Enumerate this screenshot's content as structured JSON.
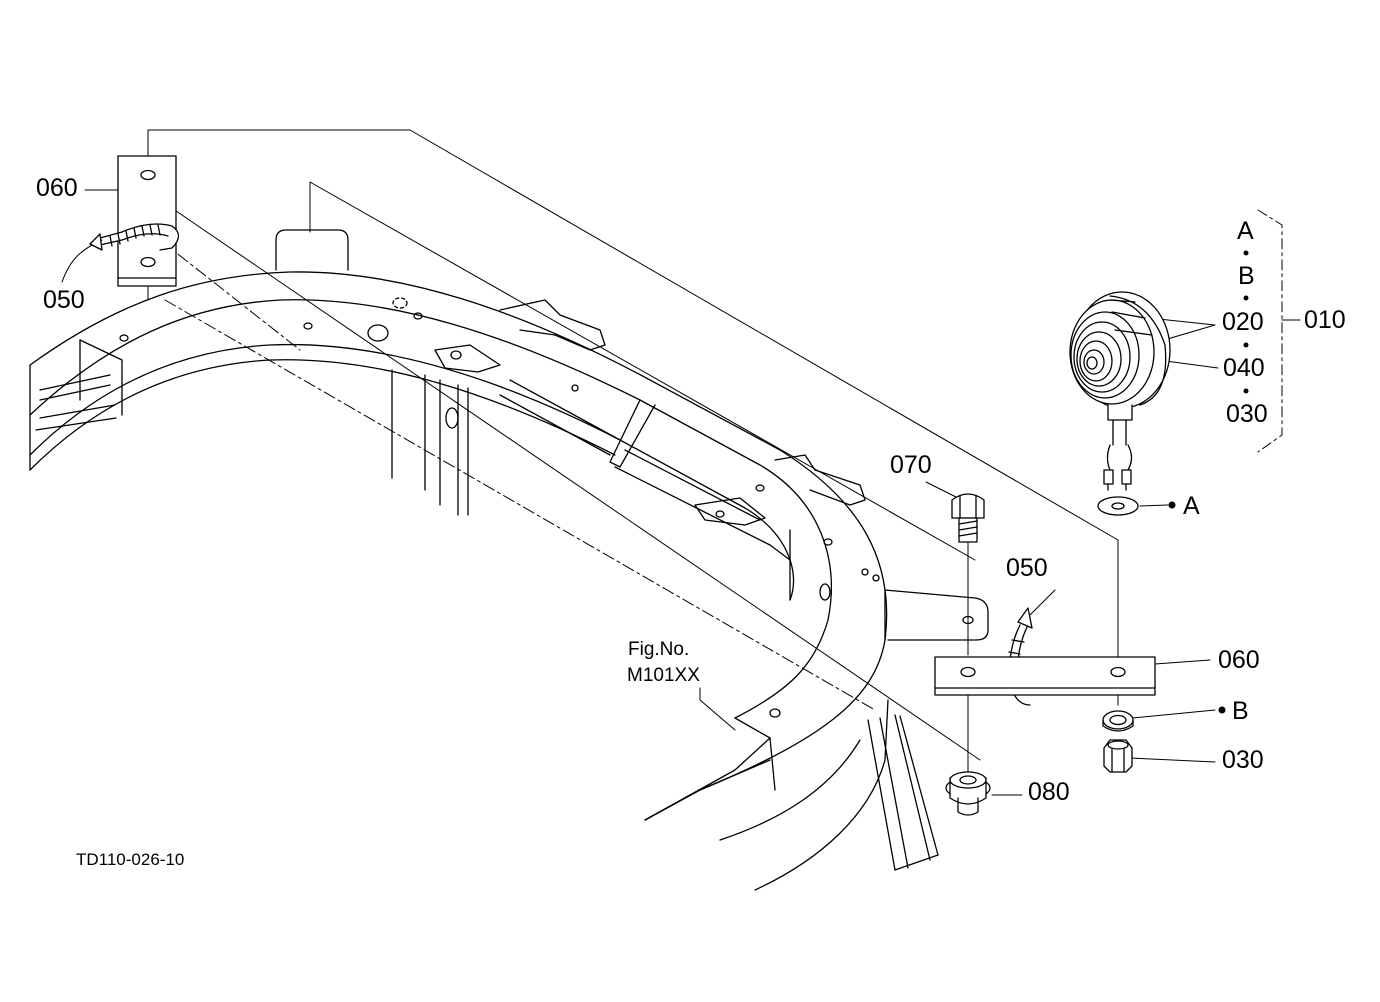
{
  "labels": {
    "p060_top": "060",
    "p050_top": "050",
    "p070": "070",
    "p050_mid": "050",
    "p060_mid": "060",
    "p080": "080",
    "p030_bot": "030",
    "refA_top": "A",
    "refB_top": "B",
    "p020": "020",
    "p040": "040",
    "p030_top": "030",
    "p010": "010",
    "refA_mid": "A",
    "refB_mid": "B",
    "fig_no": "Fig.No.",
    "fig_code": "M101XX",
    "drawing_id": "TD110-026-10"
  },
  "colors": {
    "ink": "#000000",
    "paper": "#ffffff"
  }
}
